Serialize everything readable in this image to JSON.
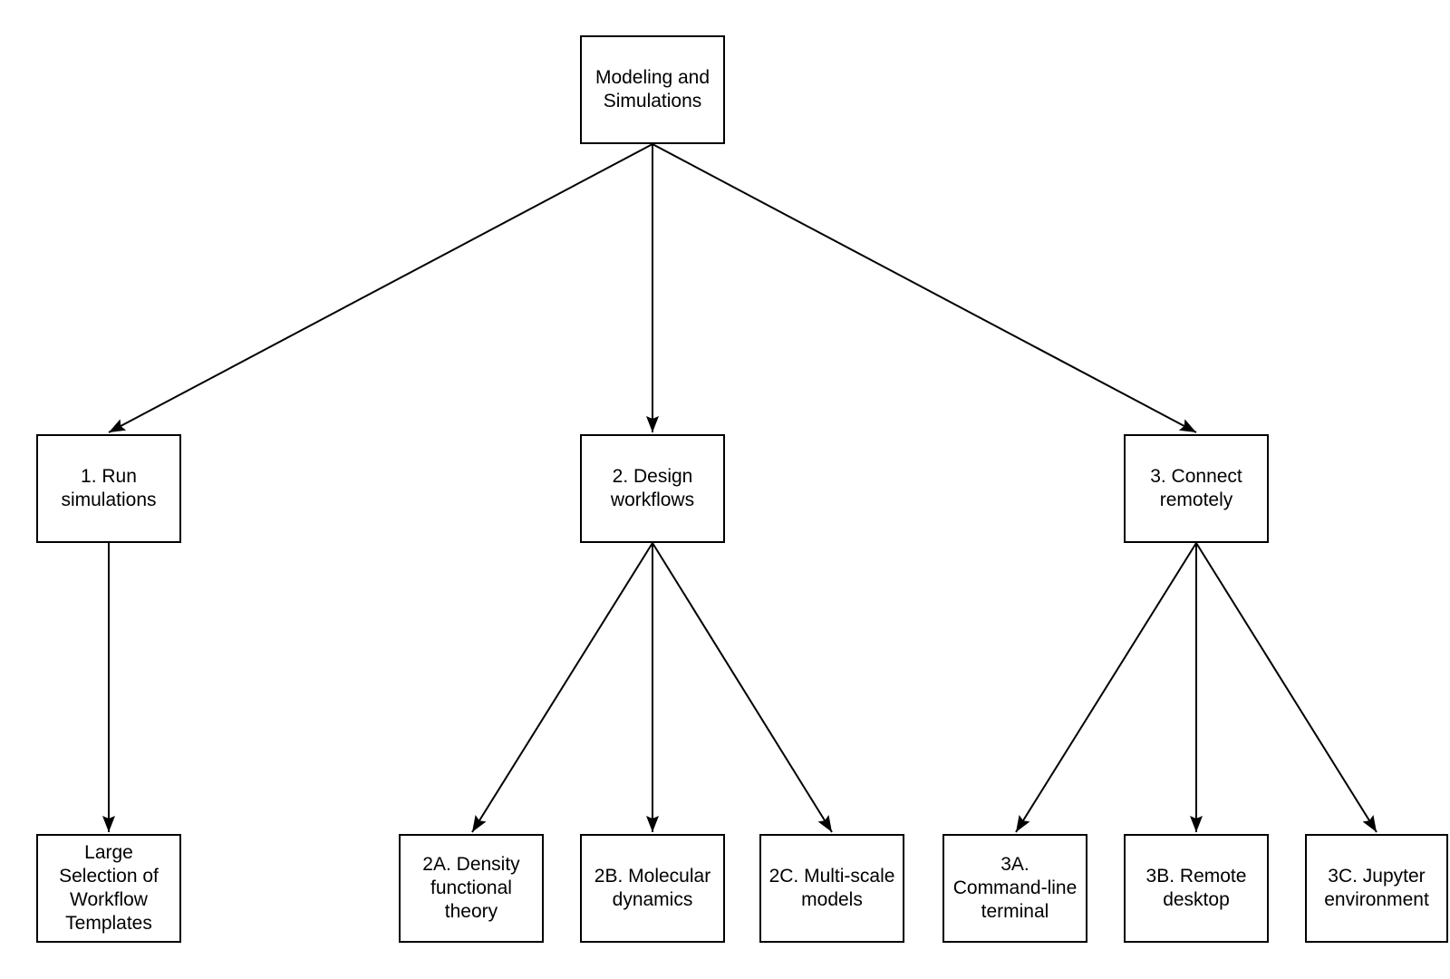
{
  "diagram": {
    "background_color": "#ffffff",
    "line_color": "#000000",
    "text_color": "#000000",
    "nodes": {
      "root": {
        "label": "Modeling and\nSimulations"
      },
      "n1": {
        "label": "1. Run\nsimulations"
      },
      "n2": {
        "label": "2. Design\nworkflows"
      },
      "n3": {
        "label": "3. Connect\nremotely"
      },
      "n1a": {
        "label": "Large\nSelection of\nWorkflow\nTemplates"
      },
      "n2a": {
        "label": "2A. Density\nfunctional\ntheory"
      },
      "n2b": {
        "label": "2B. Molecular\ndynamics"
      },
      "n2c": {
        "label": "2C. Multi-scale\nmodels"
      },
      "n3a": {
        "label": "3A.\nCommand-line\nterminal"
      },
      "n3b": {
        "label": "3B. Remote\ndesktop"
      },
      "n3c": {
        "label": "3C. Jupyter\nenvironment"
      }
    },
    "edges": [
      {
        "from": "root",
        "to": "n1"
      },
      {
        "from": "root",
        "to": "n2"
      },
      {
        "from": "root",
        "to": "n3"
      },
      {
        "from": "n1",
        "to": "n1a"
      },
      {
        "from": "n2",
        "to": "n2a"
      },
      {
        "from": "n2",
        "to": "n2b"
      },
      {
        "from": "n2",
        "to": "n2c"
      },
      {
        "from": "n3",
        "to": "n3a"
      },
      {
        "from": "n3",
        "to": "n3b"
      },
      {
        "from": "n3",
        "to": "n3c"
      }
    ]
  }
}
